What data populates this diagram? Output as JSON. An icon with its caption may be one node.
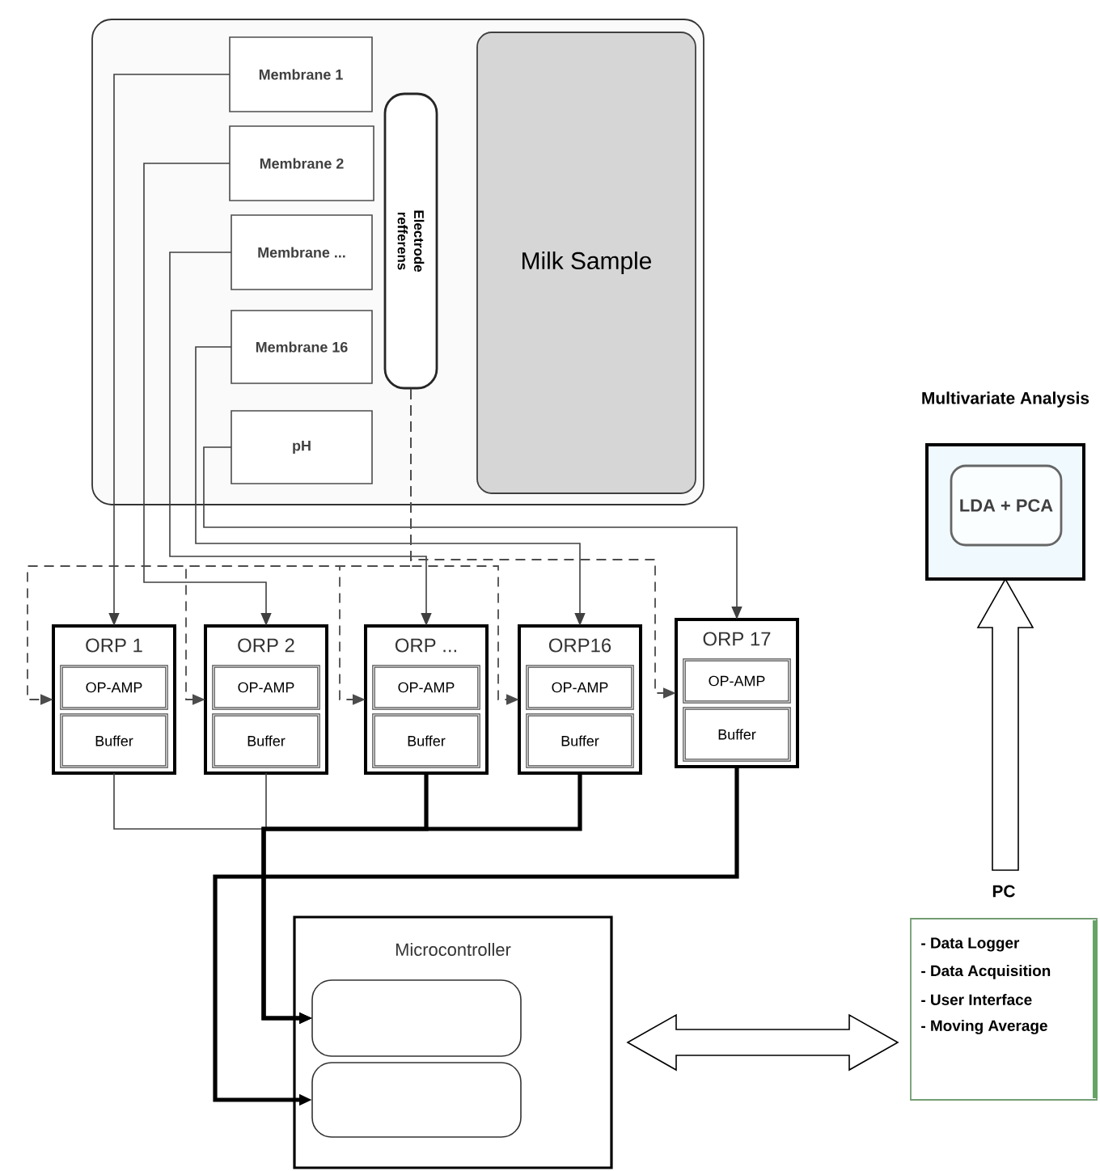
{
  "diagram": {
    "nodes": [
      {
        "text": [],
        "shape": "box"
      },
      {
        "text": [
          "Membrane 1"
        ],
        "in": 0
      },
      {
        "text": [
          "Membrane 2"
        ],
        "in": 0
      },
      {
        "text": [
          "Membrane ..."
        ],
        "in": 0
      },
      {
        "text": [
          "Membrane 16"
        ],
        "in": 0
      },
      {
        "text": [
          "pH"
        ],
        "in": 0
      },
      {
        "text": [
          "Electrode refferens"
        ],
        "in": 0
      },
      {
        "text": [
          "Milk Sample"
        ],
        "in": 0
      },
      {
        "text": [
          "ORP 1"
        ]
      },
      {
        "text": [
          "OP-AMP"
        ],
        "in": 8
      },
      {
        "text": [
          "Buffer"
        ],
        "in": 8
      },
      {
        "text": [
          "ORP 2"
        ]
      },
      {
        "text": [
          "OP-AMP"
        ],
        "in": 11
      },
      {
        "text": [
          "Buffer"
        ],
        "in": 11
      },
      {
        "text": [
          "ORP ..."
        ]
      },
      {
        "text": [
          "OP-AMP"
        ],
        "in": 14
      },
      {
        "text": [
          "Buffer"
        ],
        "in": 14
      },
      {
        "text": [
          "ORP16"
        ]
      },
      {
        "text": [
          "OP-AMP"
        ],
        "in": 17
      },
      {
        "text": [
          "Buffer"
        ],
        "in": 17
      },
      {
        "text": [
          "ORP 17"
        ]
      },
      {
        "text": [
          "OP-AMP"
        ],
        "in": 20
      },
      {
        "text": [
          "Buffer"
        ],
        "in": 20
      },
      {
        "text": [
          "Microcontroller"
        ]
      },
      {
        "text": [],
        "shape": "box",
        "in": 23
      },
      {
        "text": [],
        "shape": "box",
        "in": 23
      },
      {
        "text": [
          "Multivariate Analysis"
        ]
      },
      {
        "text": [
          "LDA + PCA"
        ],
        "in": 26
      },
      {
        "text": [
          "PC",
          "- Data Logger",
          "- Data Acquisition",
          "- User Interface",
          "- Moving Average"
        ]
      }
    ],
    "edges": [
      {
        "from": 1,
        "to": 8,
        "arrow": "to"
      },
      {
        "from": 2,
        "to": 11,
        "arrow": "to"
      },
      {
        "from": 3,
        "to": 14,
        "arrow": "to"
      },
      {
        "from": 4,
        "to": 17,
        "arrow": "to"
      },
      {
        "from": 5,
        "to": 20,
        "arrow": "to"
      },
      {
        "from": 6,
        "to": 8,
        "arrow": "to",
        "style": "dashed"
      },
      {
        "from": 6,
        "to": 11,
        "arrow": "to",
        "style": "dashed"
      },
      {
        "from": 6,
        "to": 14,
        "arrow": "to",
        "style": "dashed"
      },
      {
        "from": 6,
        "to": 17,
        "arrow": "to",
        "style": "dashed"
      },
      {
        "from": 6,
        "to": 20,
        "arrow": "to",
        "style": "dashed"
      },
      {
        "from": 8,
        "to": 24,
        "arrow": "to"
      },
      {
        "from": 11,
        "to": 24,
        "arrow": "to"
      },
      {
        "from": 14,
        "to": 24,
        "arrow": "to",
        "style": "thick"
      },
      {
        "from": 17,
        "to": 24,
        "arrow": "to",
        "style": "thick"
      },
      {
        "from": 20,
        "to": 25,
        "arrow": "to",
        "style": "thick"
      },
      {
        "from": 23,
        "to": 28,
        "arrow": "both"
      },
      {
        "from": 28,
        "to": 26,
        "arrow": "to"
      }
    ]
  }
}
